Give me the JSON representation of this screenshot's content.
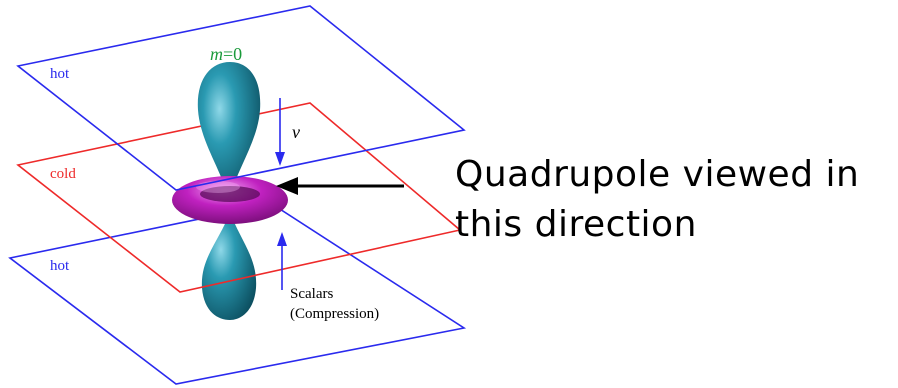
{
  "labels": {
    "m_symbol": "m",
    "m_eq": "=0",
    "hot_top": "hot",
    "cold": "cold",
    "hot_bottom": "hot",
    "v": "v",
    "scalars_line1": "Scalars",
    "scalars_line2": "(Compression)"
  },
  "caption": {
    "line1": "Quadrupole viewed in",
    "line2": "this direction"
  },
  "colors": {
    "hot_plane": "#2a2aee",
    "cold_plane": "#ee2a2a",
    "lobe": "#1a7e96",
    "lobe_highlight": "#7fd0e0",
    "torus": "#b21ab2",
    "torus_highlight": "#f28cf2",
    "arrow": "#2a2aee",
    "m_label": "#1a9a3a"
  },
  "icons": {
    "pointer_arrow": "left-arrow-icon"
  }
}
